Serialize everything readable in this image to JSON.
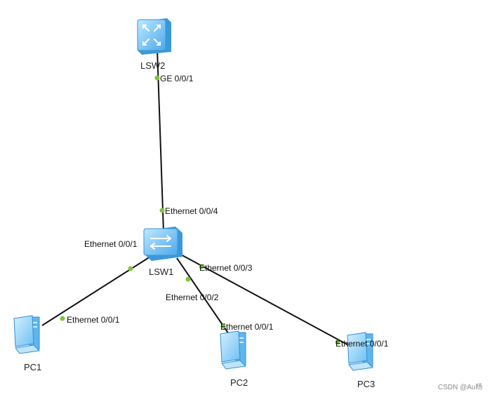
{
  "devices": [
    {
      "id": "LSW2",
      "label": "LSW2",
      "type": "core-switch"
    },
    {
      "id": "LSW1",
      "label": "LSW1",
      "type": "switch"
    },
    {
      "id": "PC1",
      "label": "PC1",
      "type": "pc"
    },
    {
      "id": "PC2",
      "label": "PC2",
      "type": "pc"
    },
    {
      "id": "PC3",
      "label": "PC3",
      "type": "pc"
    }
  ],
  "links": [
    {
      "from": "LSW2",
      "to": "LSW1",
      "from_port": "GE 0/0/1",
      "to_port": "Ethernet 0/0/4"
    },
    {
      "from": "LSW1",
      "to": "PC1",
      "from_port": "Ethernet 0/0/1",
      "to_port": "Ethernet 0/0/1"
    },
    {
      "from": "LSW1",
      "to": "PC2",
      "from_port": "Ethernet 0/0/2",
      "to_port": "Ethernet 0/0/1"
    },
    {
      "from": "LSW1",
      "to": "PC3",
      "from_port": "Ethernet 0/0/3",
      "to_port": "Ethernet 0/0/1"
    }
  ],
  "colors": {
    "port": "#7cc63a",
    "link": "#111111",
    "device_light": "#bfe4fb",
    "device_mid": "#5fb6ef",
    "device_dark": "#2f8fd6"
  },
  "watermark": "CSDN @Au杨"
}
